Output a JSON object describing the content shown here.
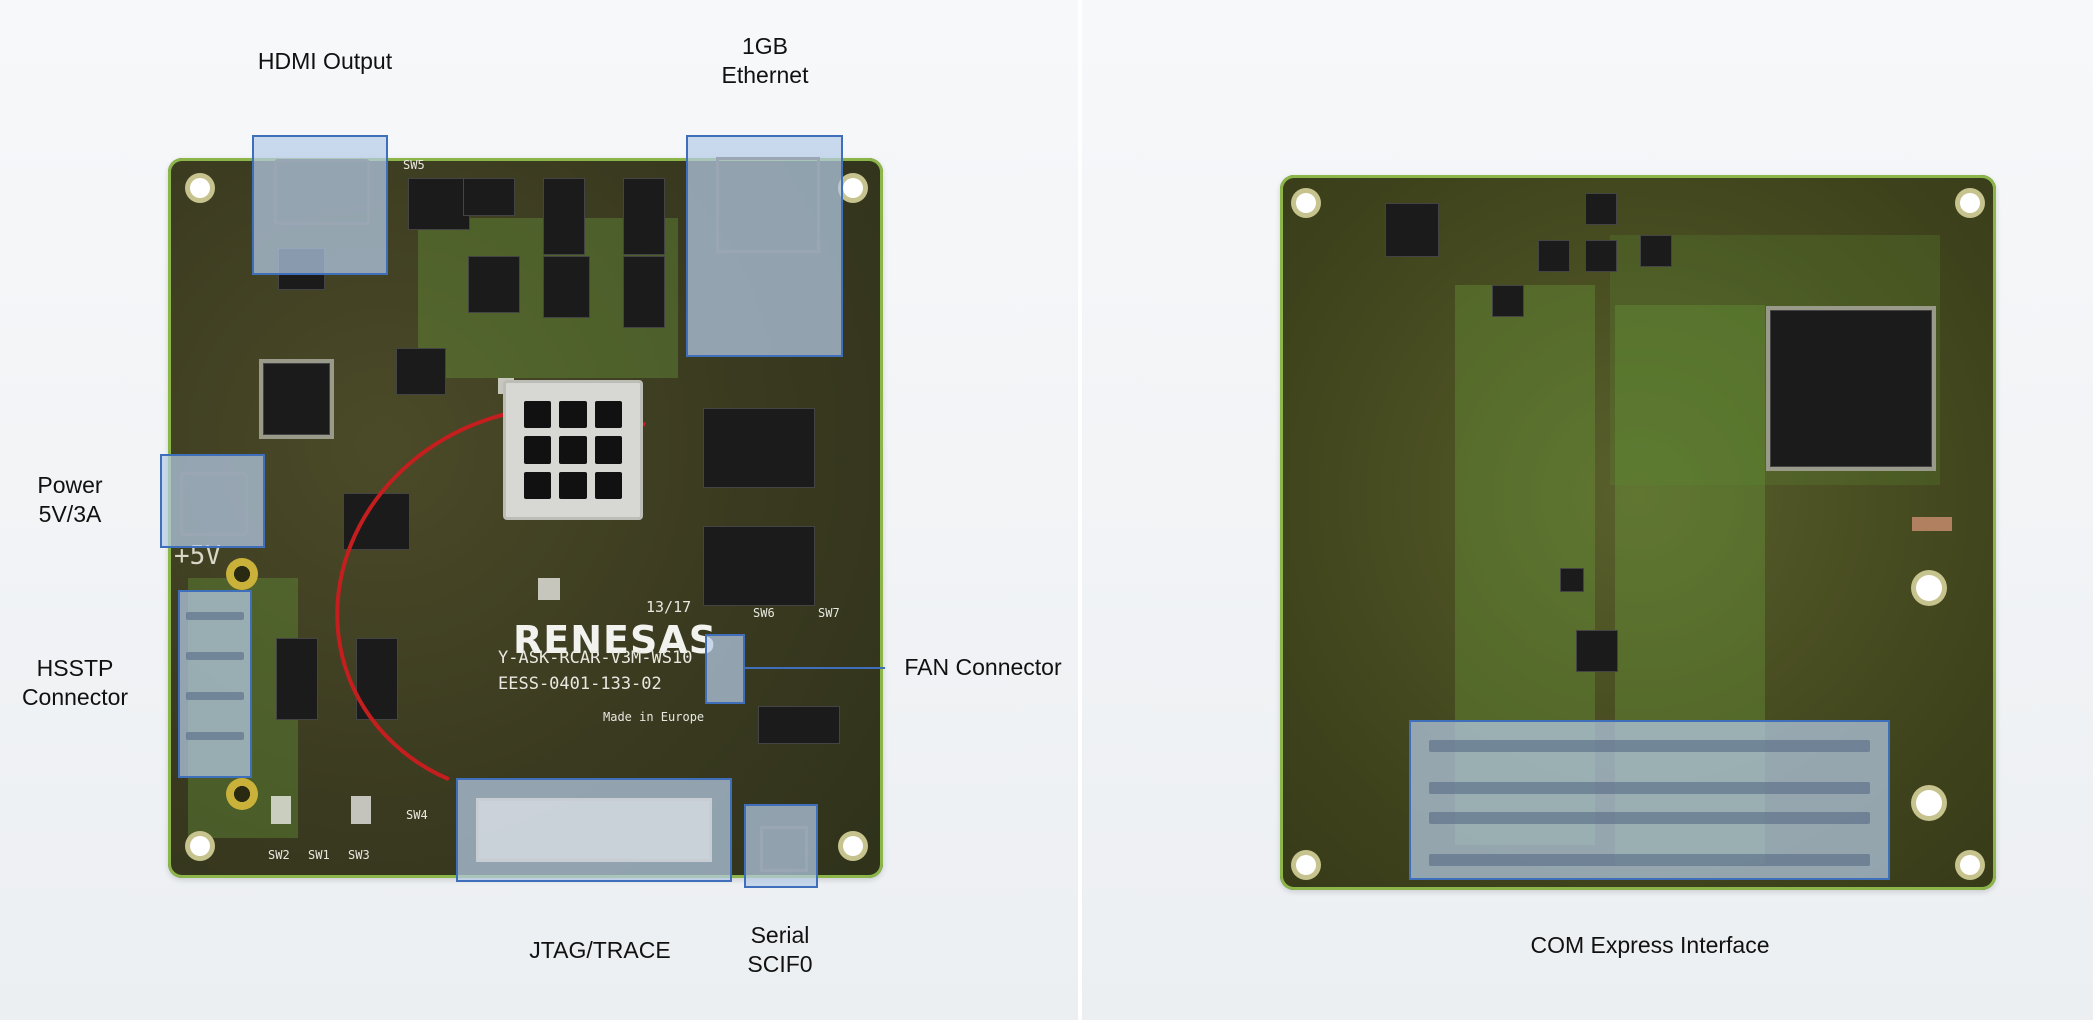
{
  "labels": {
    "hdmi": "HDMI Output",
    "ethernet_line1": "1GB",
    "ethernet_line2": "Ethernet",
    "power_line1": "Power",
    "power_line2": "5V/3A",
    "hsstp_line1": "HSSTP",
    "hsstp_line2": "Connector",
    "fan": "FAN Connector",
    "jtag": "JTAG/TRACE",
    "serial_line1": "Serial",
    "serial_line2": "SCIF0",
    "com_express": "COM Express Interface"
  },
  "board_silkscreen": {
    "brand": "RENESAS",
    "revision": "13/17",
    "model": "Y-ASK-RCAR-V3M-WS10",
    "part_number": "EESS-0401-133-02",
    "origin": "Made in Europe",
    "switches": [
      "SW5",
      "SW6",
      "SW7",
      "SW2",
      "SW1",
      "SW3",
      "SW4"
    ],
    "voltage_mark": "+5V"
  },
  "colors": {
    "highlight_fill": "#b6cce8",
    "highlight_border": "#3f6fba",
    "pcb_edge": "#8db64a",
    "background": "#f4f6f8"
  }
}
